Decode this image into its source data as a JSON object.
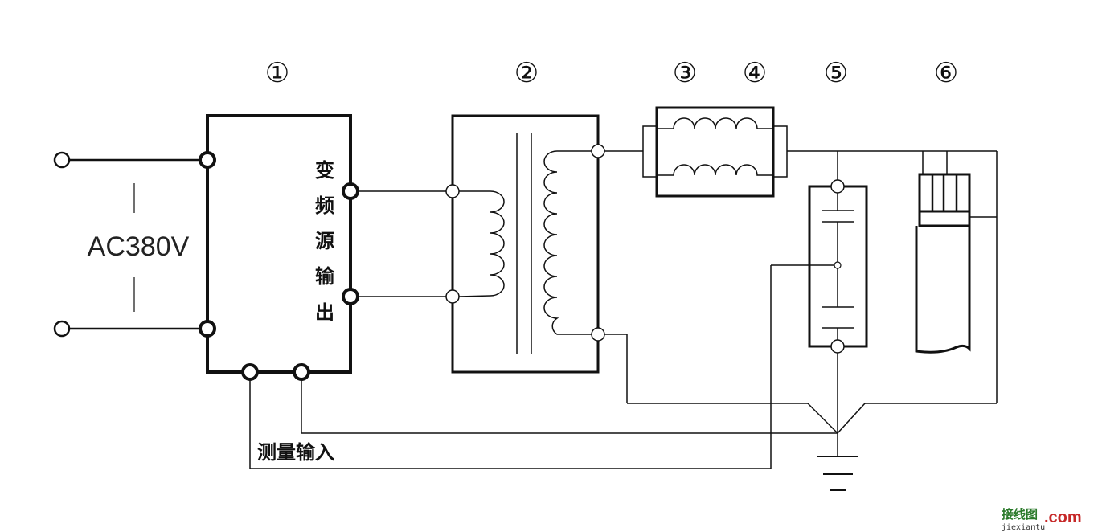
{
  "labels": {
    "n1": "①",
    "n2": "②",
    "n3": "③",
    "n4": "④",
    "n5": "⑤",
    "n6": "⑥",
    "input_voltage": "AC380V",
    "vfd_output_chars": [
      "变",
      "频",
      "源",
      "输",
      "出"
    ],
    "measure_input": "测量输入"
  },
  "watermark": {
    "brand": "接线图",
    "domain": ".com",
    "site": "jiexiantu"
  },
  "colors": {
    "line": "#111111",
    "watermark_green": "#2a7a2a",
    "watermark_red": "#c62828"
  }
}
